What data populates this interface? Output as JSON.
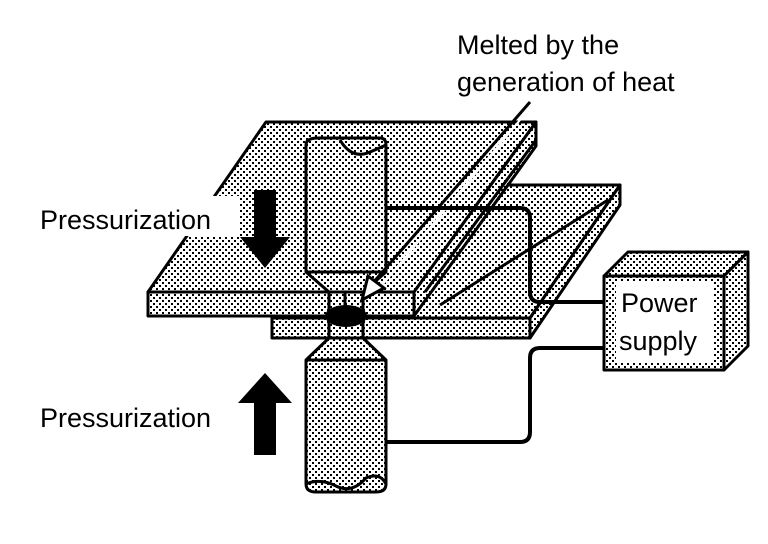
{
  "diagram": {
    "title": "Resistance spot welding schematic",
    "labels": {
      "annotation_line1": "Melted by the",
      "annotation_line2": "generation of heat",
      "pressurization_top": "Pressurization",
      "pressurization_bottom": "Pressurization",
      "power_supply_line1": "Power",
      "power_supply_line2": "supply"
    },
    "components": [
      {
        "id": "upper-sheet",
        "kind": "metal-sheet"
      },
      {
        "id": "lower-sheet",
        "kind": "metal-sheet"
      },
      {
        "id": "upper-electrode",
        "kind": "electrode"
      },
      {
        "id": "lower-electrode",
        "kind": "electrode"
      },
      {
        "id": "weld-nugget",
        "kind": "molten-zone"
      },
      {
        "id": "power-supply",
        "kind": "box"
      }
    ],
    "arrows": [
      {
        "id": "force-down",
        "direction": "down",
        "label_ref": "pressurization_top"
      },
      {
        "id": "force-up",
        "direction": "up",
        "label_ref": "pressurization_bottom"
      }
    ],
    "colors": {
      "ink": "#000000",
      "background": "#ffffff",
      "pattern": "stipple"
    }
  }
}
